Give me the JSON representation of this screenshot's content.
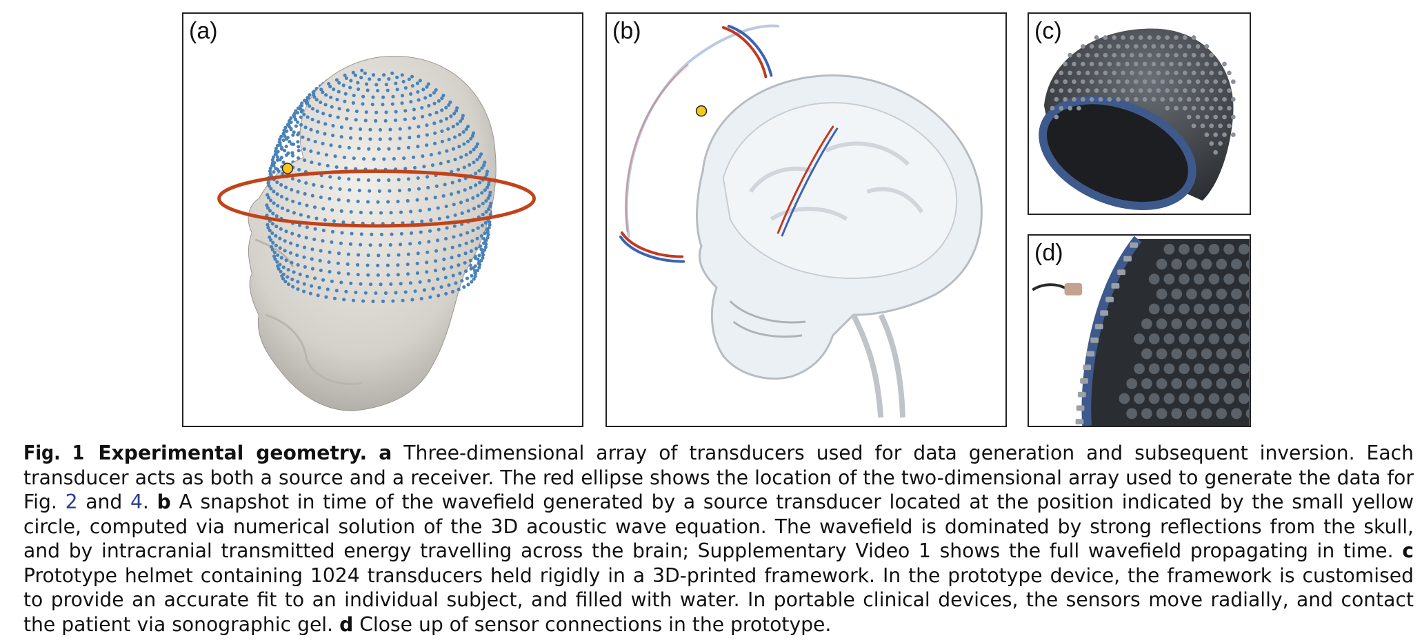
{
  "panels": {
    "a": {
      "label": "(a)"
    },
    "b": {
      "label": "(b)"
    },
    "c": {
      "label": "(c)"
    },
    "d": {
      "label": "(d)"
    }
  },
  "caption": {
    "fig_number": "Fig. 1",
    "title": "Experimental geometry.",
    "a_letter": "a",
    "a_text": " Three-dimensional array of transducers used for data generation and subsequent inversion. Each transducer acts as both a source and a receiver. The red ellipse shows the location of the two-dimensional array used to generate the data for Fig. ",
    "ref_2": "2",
    "and_word": " and ",
    "ref_4": "4",
    "period": ".",
    "b_letter": "b",
    "b_text": " A snapshot in time of the wavefield generated by a source transducer located at the position indicated by the small yellow circle, computed via numerical solution of the 3D acoustic wave equation. The wavefield is dominated by strong reflections from the skull, and by intracranial transmitted energy travelling across the brain; Supplementary Video 1 shows the full wavefield propagating in time. ",
    "c_letter": "c",
    "c_text": " Prototype helmet containing 1024 transducers held rigidly in a 3D-printed framework. In the prototype device, the framework is customised to provide an accurate fit to an individual subject, and filled with water. In portable clinical devices, the sensors move radially, and contact the patient via sonographic gel. ",
    "d_letter": "d",
    "d_text": " Close up of sensor connections in the prototype."
  },
  "colors": {
    "transducer_dot": "#4a82b8",
    "ellipse": "#c0431a",
    "source_marker": "#f2c81e",
    "head": "#dcdad5",
    "helmet": "#3f4348",
    "helmet_rim": "#3e5a8c"
  }
}
